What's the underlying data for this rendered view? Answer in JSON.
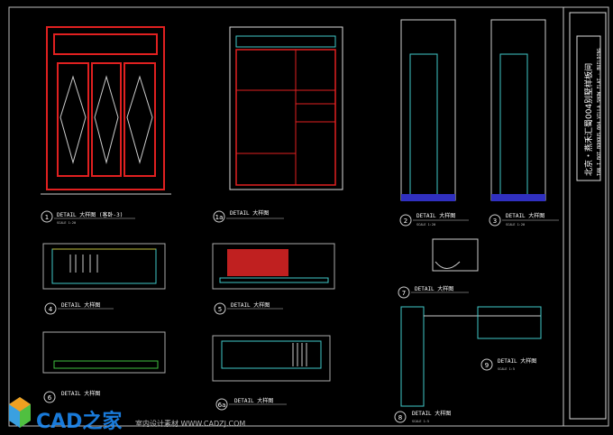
{
  "title_block": {
    "project_cn": "北京・燕禾汇蜀004别墅样板间",
    "project_en": "TAN I BOT BOHOUS 004 VILLA SHOW FLAT · BUILDING"
  },
  "details": [
    {
      "num": "1",
      "label": "DETAIL 大样图 (客卧-3)",
      "scale": "SCALE 1:20"
    },
    {
      "num": "1a",
      "label": "DETAIL 大样图",
      "scale": ""
    },
    {
      "num": "2",
      "label": "DETAIL 大样图",
      "scale": "SCALE 1:20"
    },
    {
      "num": "3",
      "label": "DETAIL 大样图",
      "scale": "SCALE 1:20"
    },
    {
      "num": "4",
      "label": "DETAIL 大样图",
      "scale": ""
    },
    {
      "num": "5",
      "label": "DETAIL 大样图",
      "scale": ""
    },
    {
      "num": "6",
      "label": "DETAIL 大样图",
      "scale": ""
    },
    {
      "num": "6a",
      "label": "DETAIL 大样图",
      "scale": ""
    },
    {
      "num": "7",
      "label": "DETAIL 大样图",
      "scale": ""
    },
    {
      "num": "8",
      "label": "DETAIL 大样图",
      "scale": "SCALE 1:5"
    },
    {
      "num": "9",
      "label": "DETAIL 大样图",
      "scale": "SCALE 1:5"
    }
  ],
  "watermark": {
    "brand": "CAD之家",
    "sub": "室内设计素材 WWW.CADZJ.COM"
  },
  "colors": {
    "bg": "#000000",
    "line": "#ffffff",
    "red": "#e02020",
    "cyan": "#40c8c8",
    "blue": "#3030c0",
    "green": "#40c040"
  }
}
